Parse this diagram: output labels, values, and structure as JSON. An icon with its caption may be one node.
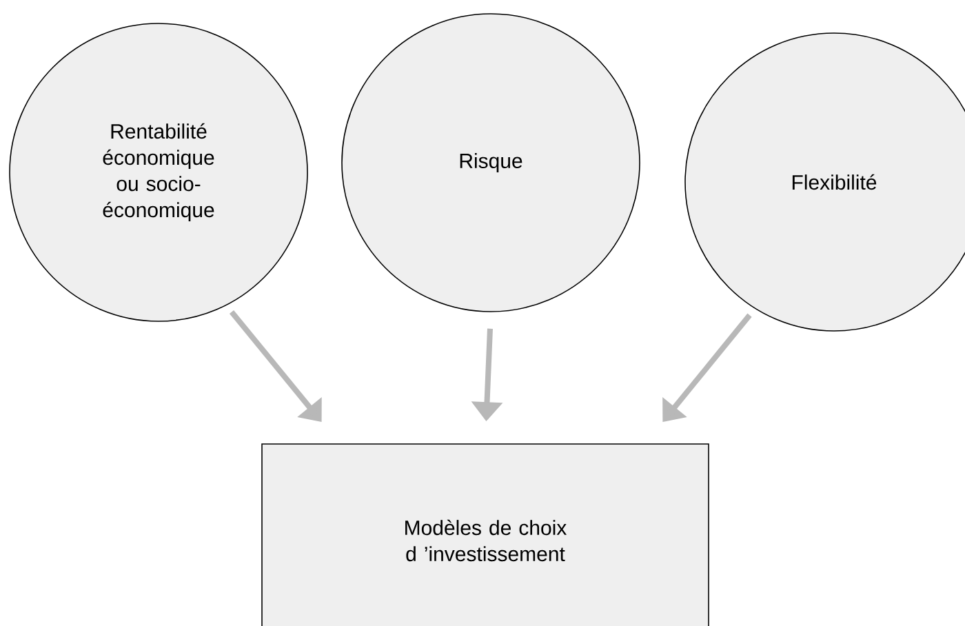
{
  "diagram": {
    "nodes": [
      {
        "text": [
          "Rentabilité économique ou socio-économique"
        ]
      },
      {
        "text": [
          "Risque"
        ]
      },
      {
        "text": [
          "Flexibilité"
        ]
      },
      {
        "text": [
          "Modèles de choix d ’investissement"
        ]
      }
    ],
    "edges": [
      {
        "from": 0,
        "to": 3,
        "arrow": "to"
      },
      {
        "from": 1,
        "to": 3,
        "arrow": "to"
      },
      {
        "from": 2,
        "to": 3,
        "arrow": "to"
      }
    ]
  }
}
